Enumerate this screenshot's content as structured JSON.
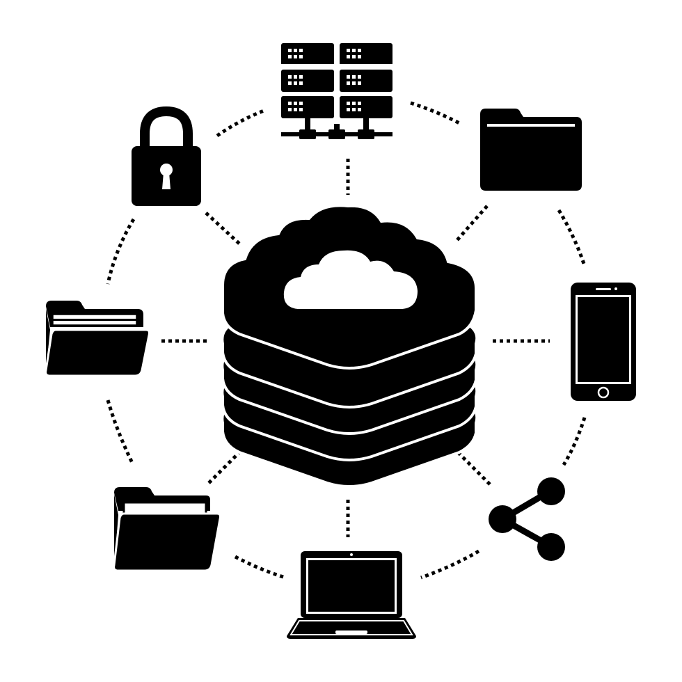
{
  "colors": {
    "ink": "#000000",
    "background": "#ffffff"
  },
  "diagram": {
    "type": "hub-and-spoke",
    "center": {
      "icon": "cloud-storage-stack-icon",
      "layers": 5
    },
    "nodes": [
      {
        "icon": "server-rack-icon"
      },
      {
        "icon": "folder-icon"
      },
      {
        "icon": "smartphone-icon"
      },
      {
        "icon": "share-icon"
      },
      {
        "icon": "laptop-icon"
      },
      {
        "icon": "open-folder-icon"
      },
      {
        "icon": "open-folder-with-files-icon"
      },
      {
        "icon": "padlock-icon"
      }
    ],
    "connector_style": "dashed",
    "outer_ring": "dashed"
  }
}
